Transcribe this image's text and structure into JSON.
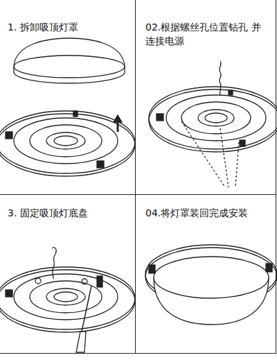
{
  "diagram": {
    "nodes": [
      {
        "text": [
          "1. 拆卸吸顶灯罩"
        ]
      },
      {
        "text": [
          "02.根据螺丝孔位置钻孔 并连接电源"
        ]
      },
      {
        "text": [
          "3. 固定吸顶灯底盘"
        ]
      },
      {
        "text": [
          "04.将灯罩装回完成安装"
        ]
      }
    ]
  }
}
